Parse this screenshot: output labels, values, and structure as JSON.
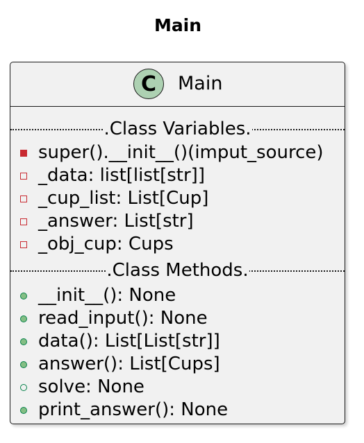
{
  "diagram": {
    "title": "Main",
    "class": {
      "badge": "C",
      "name": "Main",
      "sections": [
        {
          "label": ".Class Variables.",
          "members": [
            {
              "text": "super().__init__()(imput_source)",
              "visibility": "private",
              "marker": "filled-square"
            },
            {
              "text": "_data: list[list[str]]",
              "visibility": "private",
              "marker": "open-square"
            },
            {
              "text": "_cup_list: List[Cup]",
              "visibility": "private",
              "marker": "open-square"
            },
            {
              "text": "_answer: List[str]",
              "visibility": "private",
              "marker": "open-square"
            },
            {
              "text": "_obj_cup: Cups",
              "visibility": "private",
              "marker": "open-square"
            }
          ]
        },
        {
          "label": ".Class Methods.",
          "members": [
            {
              "text": "__init__(): None",
              "visibility": "public",
              "marker": "filled-circle"
            },
            {
              "text": "read_input(): None",
              "visibility": "public",
              "marker": "filled-circle"
            },
            {
              "text": "data(): List[List[str]]",
              "visibility": "public",
              "marker": "filled-circle"
            },
            {
              "text": "answer(): List[Cups]",
              "visibility": "public",
              "marker": "filled-circle"
            },
            {
              "text": "solve: None",
              "visibility": "public",
              "marker": "open-circle"
            },
            {
              "text": "print_answer(): None",
              "visibility": "public",
              "marker": "filled-circle"
            }
          ]
        }
      ]
    },
    "colors": {
      "box_fill": "#f1f1f1",
      "border": "#181818",
      "badge_fill": "#add1b2",
      "private_marker": "#c82930",
      "public_marker_fill": "#84be84",
      "public_marker_border": "#038048"
    }
  }
}
